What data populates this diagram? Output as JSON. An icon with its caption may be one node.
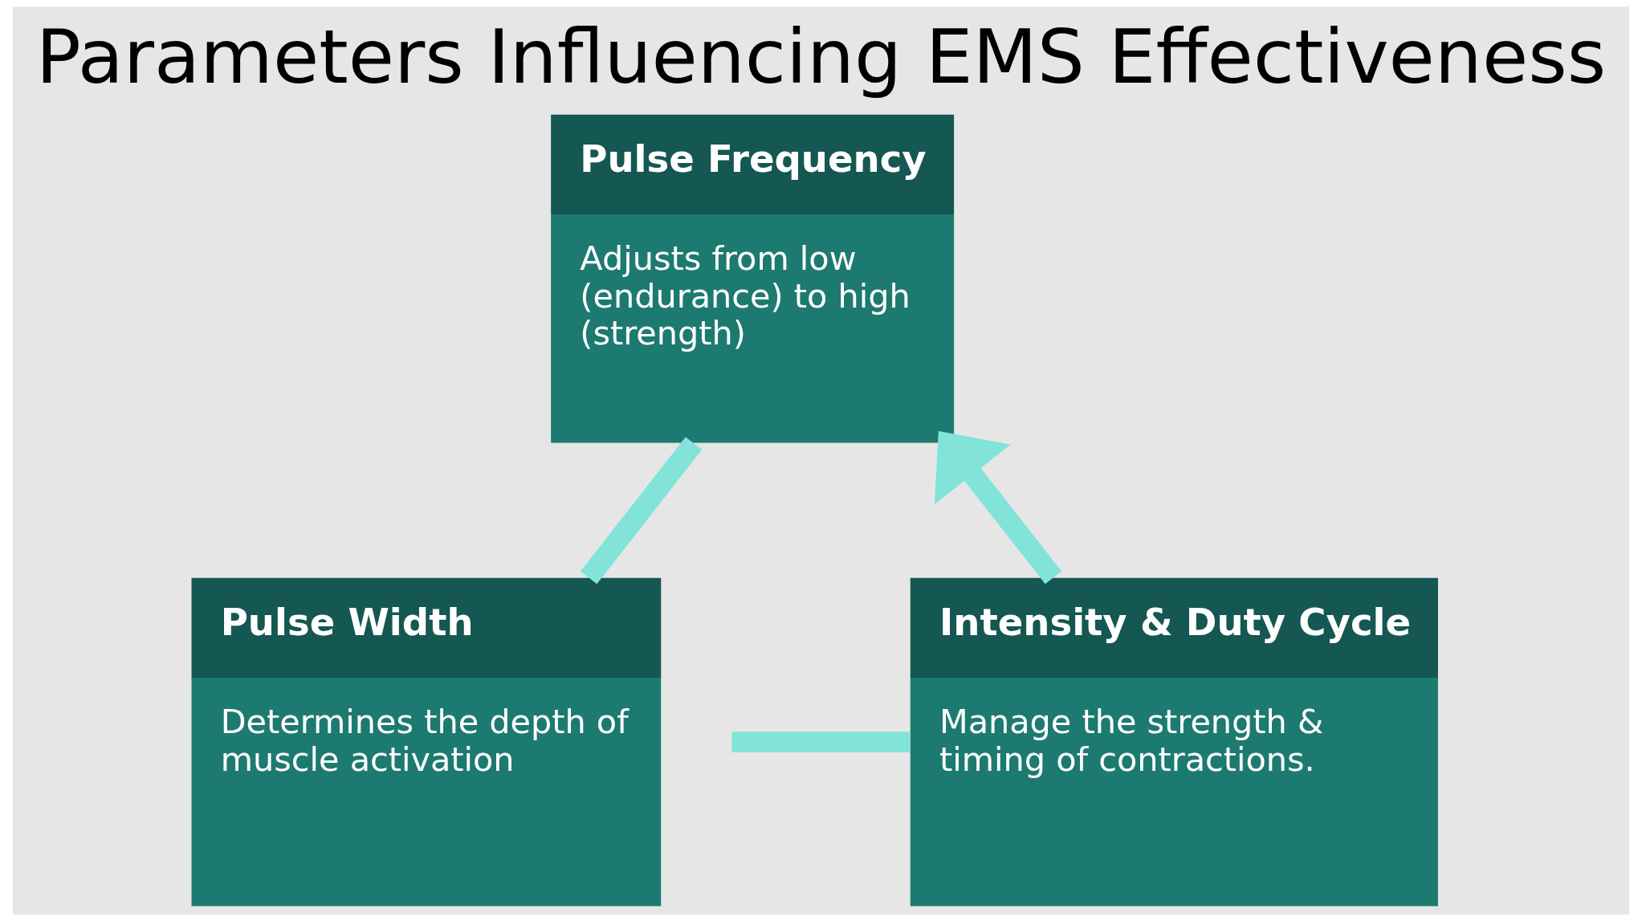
{
  "diagram": {
    "title": "Parameters Influencing EMS Effectiveness",
    "nodes": [
      {
        "text": [
          "Pulse Frequency",
          "Adjusts from low (endurance) to high (strength)"
        ]
      },
      {
        "text": [
          "Pulse Width",
          "Determines the depth of muscle activation"
        ]
      },
      {
        "text": [
          "Intensity & Duty Cycle",
          "Manage the strength & timing of contractions."
        ]
      }
    ],
    "edges": [
      {
        "from": 2,
        "to": 0,
        "arrow": "to"
      },
      {
        "from": 0,
        "to": 1,
        "arrow": "none"
      },
      {
        "from": 1,
        "to": 2,
        "arrow": "none"
      }
    ]
  }
}
